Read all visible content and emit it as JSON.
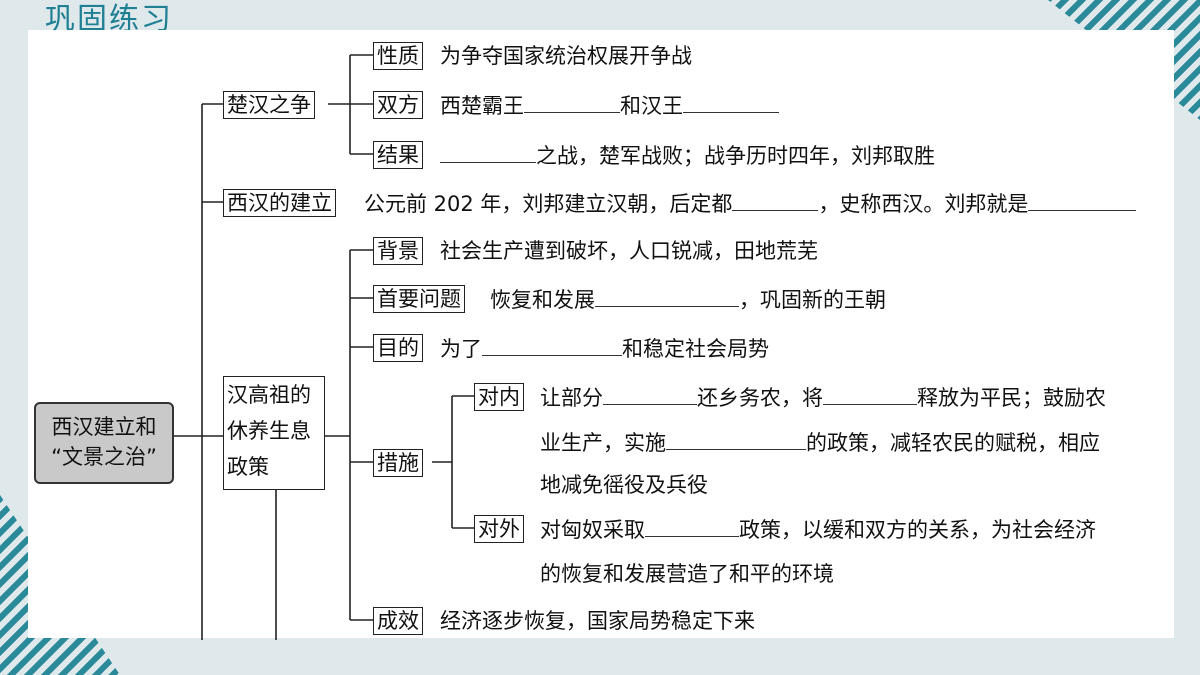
{
  "heading": "巩固练习",
  "root": {
    "line1": "西汉建立和",
    "line2": "“文景之治”"
  },
  "chuhan": {
    "title": "楚汉之争",
    "nature_label": "性质",
    "nature_text": "为争夺国家统治权展开争战",
    "sides_label": "双方",
    "sides_a": "西楚霸王",
    "sides_b": "和汉王",
    "result_label": "结果",
    "result_text": "之战，楚军战败；战争历时四年，刘邦取胜"
  },
  "xihan": {
    "title": "西汉的建立",
    "text_a": "公元前 202 年，刘邦建立汉朝，后定都",
    "text_b": "，史称西汉。刘邦就是"
  },
  "policy": {
    "title": [
      "汉高祖的",
      "休养生息",
      "政策"
    ],
    "bg_label": "背景",
    "bg_text": "社会生产遭到破坏，人口锐减，田地荒芜",
    "issue_label": "首要问题",
    "issue_a": "恢复和发展",
    "issue_b": "，巩固新的王朝",
    "goal_label": "目的",
    "goal_a": "为了",
    "goal_b": "和稳定社会局势",
    "measure_label": "措施",
    "inner_label": "对内",
    "inner_l1_a": "让部分",
    "inner_l1_b": "还乡务农，将",
    "inner_l1_c": "释放为平民；鼓励农",
    "inner_l2_a": "业生产，实施",
    "inner_l2_b": "的政策，减轻农民的赋税，相应",
    "inner_l3": "地减免徭役及兵役",
    "outer_label": "对外",
    "outer_l1_a": "对匈奴采取",
    "outer_l1_b": "政策，以缓和双方的关系，为社会经济",
    "outer_l2": "的恢复和发展营造了和平的环境",
    "effect_label": "成效",
    "effect_text": "经济逐步恢复，国家局势稳定下来"
  }
}
